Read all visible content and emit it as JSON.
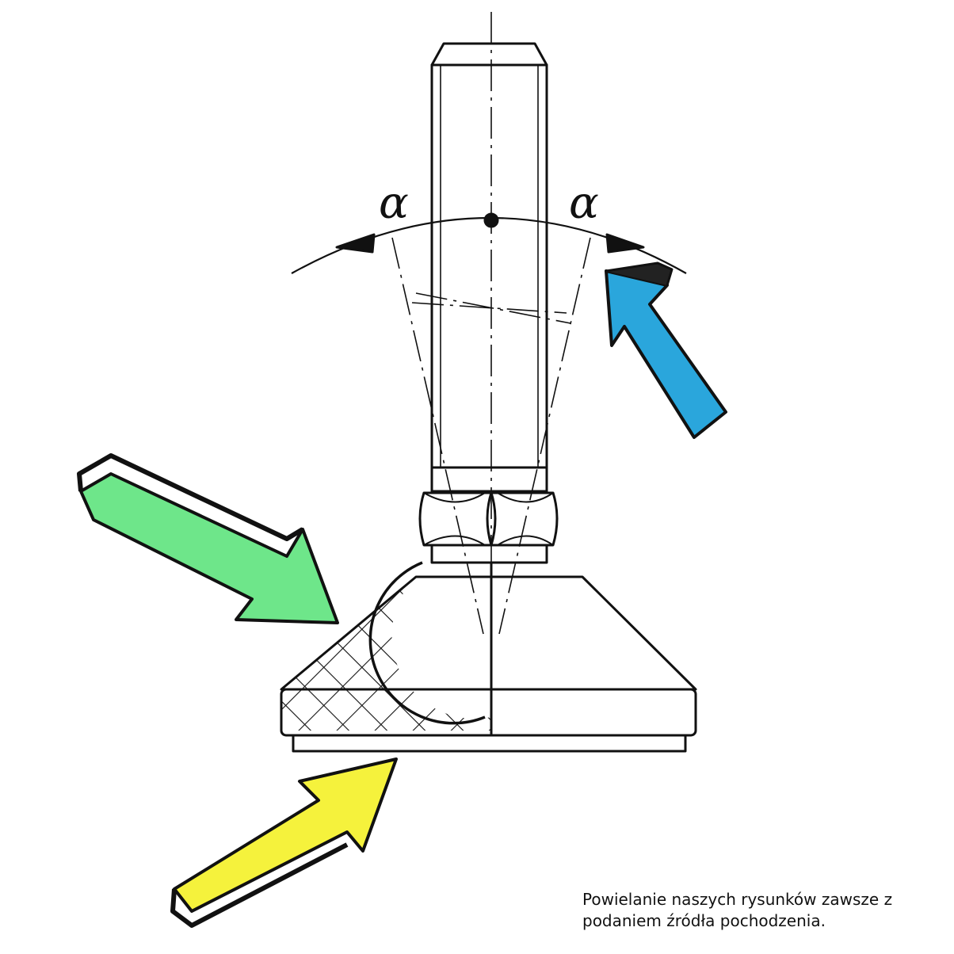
{
  "diagram": {
    "angle_label_left": "α",
    "angle_label_right": "α",
    "colors": {
      "blue_arrow": "#2aa6dc",
      "green_arrow": "#6ee68a",
      "yellow_arrow": "#f5f23c",
      "line": "#111111"
    }
  },
  "footer": {
    "line1": "Powielanie naszych rysunków zawsze z",
    "line2": "podaniem źródła pochodzenia."
  }
}
